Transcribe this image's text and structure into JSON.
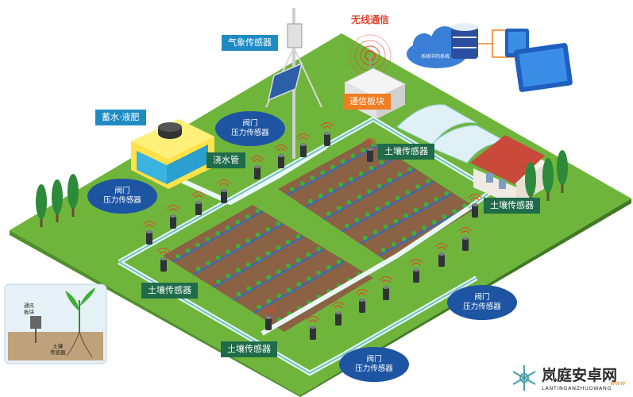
{
  "communication": {
    "title": "无线通信",
    "board_label": "通信板块",
    "cloud_label": "系统中的系统"
  },
  "weather_sensor_label": "气象传感器",
  "water_tank_label": "蓄水·液肥",
  "water_pipe_label": "浇水管",
  "soil_sensor_label": "土壤传感器",
  "valve_bubble": {
    "line1": "阀门",
    "line2": "压力传感器"
  },
  "inset": {
    "comm_line1": "通讯",
    "comm_line2": "板块",
    "soil_line1": "土壤",
    "soil_line2": "传感器"
  },
  "watermark": {
    "cn": "岚庭安卓网",
    "en": "LANTINGANZHUOWANG",
    "url": "www"
  },
  "colors": {
    "grass": "#6fb53c",
    "grass_edge": "#4f8f2a",
    "soil": "#8b6243",
    "pipe": "#9fd7d4",
    "drip_line": "#2f6bc9",
    "tag_blue": "#1e8bc3",
    "tag_green": "#1f6b4a",
    "tag_orange": "#ef7d22",
    "bubble_blue": "#1d55a3",
    "title_red": "#e3452f"
  }
}
